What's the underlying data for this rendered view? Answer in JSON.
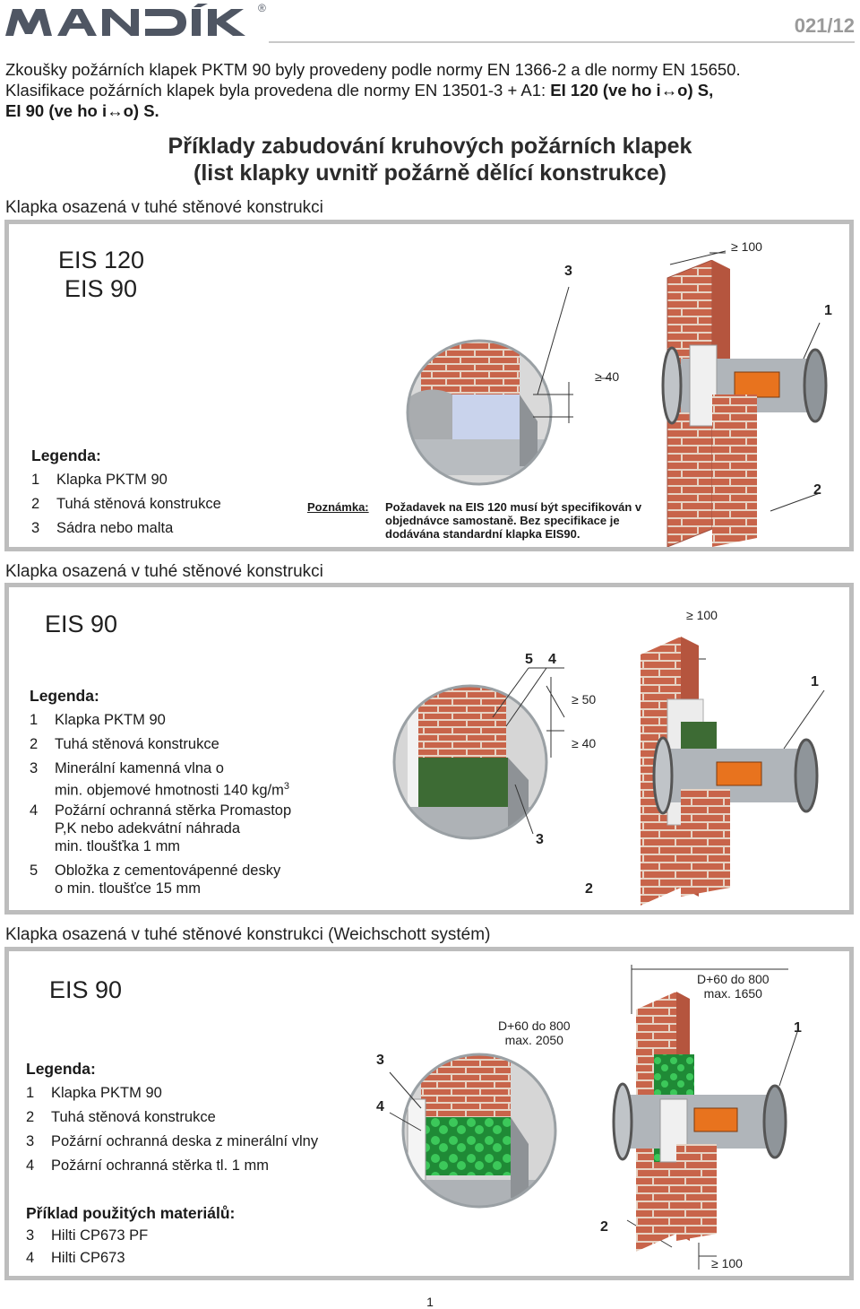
{
  "header": {
    "logo_text": "MANDÍK",
    "logo_mark": "®",
    "page_number": "021/12"
  },
  "intro": {
    "line1": "Zkoušky požárních klapek PKTM 90 byly provedeny podle normy EN 1366-2 a dle normy EN 15650.",
    "line2_plain": "Klasifikace požárních klapek byla provedena dle normy EN 13501-3 + A1: ",
    "line2_bold": "EI 120 (ve ho i↔o) S,",
    "line3_bold": "EI 90 (ve ho i↔o) S."
  },
  "main_title": {
    "line1": "Příklady zabudování kruhových požárních klapek",
    "line2": "(list klapky uvnitř požárně dělící konstrukce)"
  },
  "section1": {
    "title": "Klapka osazená v tuhé stěnové konstrukci",
    "eis1": "EIS 120",
    "eis2": "EIS 90",
    "legend_title": "Legenda:",
    "legend": [
      {
        "num": "1",
        "text": "Klapka PKTM 90"
      },
      {
        "num": "2",
        "text": "Tuhá stěnová konstrukce"
      },
      {
        "num": "3",
        "text": "Sádra nebo malta"
      }
    ],
    "note_label": "Poznámka:",
    "note_lines": [
      "Požadavek na EIS 120 musí být specifikován v",
      "objednávce samostaně. Bez specifikace je",
      "dodávána standardní klapka EIS90."
    ],
    "dim_100": "≥ 100",
    "dim_40": "≥ 40",
    "callout_1": "1",
    "callout_2": "2",
    "callout_3": "3"
  },
  "section2": {
    "title": "Klapka osazená v tuhé stěnové konstrukci",
    "eis": "EIS 90",
    "legend_title": "Legenda:",
    "legend": [
      {
        "num": "1",
        "lines": [
          "Klapka PKTM 90"
        ]
      },
      {
        "num": "2",
        "lines": [
          "Tuhá stěnová konstrukce"
        ]
      },
      {
        "num": "3",
        "lines": [
          "Minerální kamenná vlna o",
          "min. objemové hmotnosti 140 kg/m"
        ],
        "sup": "3"
      },
      {
        "num": "4",
        "lines": [
          "Požární ochranná stěrka Promastop",
          "P,K nebo adekvátní náhrada",
          "min. tloušťka 1 mm"
        ]
      },
      {
        "num": "5",
        "lines": [
          "Obložka z cementovápenné desky",
          "o min. tloušťce 15 mm"
        ]
      }
    ],
    "dim_100": "≥ 100",
    "dim_50": "≥ 50",
    "dim_40": "≥ 40",
    "callout_1": "1",
    "callout_2": "2",
    "callout_3": "3",
    "callout_4": "4",
    "callout_5": "5"
  },
  "section3": {
    "title": "Klapka osazená v tuhé stěnové konstrukci (Weichschott systém)",
    "eis": "EIS 90",
    "legend_title": "Legenda:",
    "legend": [
      {
        "num": "1",
        "text": "Klapka PKTM 90"
      },
      {
        "num": "2",
        "text": "Tuhá stěnová konstrukce"
      },
      {
        "num": "3",
        "text": "Požární ochranná deska z minerální vlny"
      },
      {
        "num": "4",
        "text": "Požární ochranná stěrka tl. 1 mm"
      }
    ],
    "materials_title": "Příklad použitých materiálů:",
    "materials": [
      {
        "num": "3",
        "text": "Hilti CP673 PF"
      },
      {
        "num": "4",
        "text": "Hilti CP673"
      }
    ],
    "dim_right_1": "D+60 do 800",
    "dim_right_2": "max. 1650",
    "dim_mid_1": "D+60 do 800",
    "dim_mid_2": "max. 2050",
    "dim_100": "≥ 100",
    "callout_1": "1",
    "callout_2": "2",
    "callout_3": "3",
    "callout_4": "4"
  },
  "footer": {
    "page": "1"
  },
  "colors": {
    "brick": "#c8644a",
    "mortar": "#e6d3c4",
    "duct": "#a8aeb3",
    "actuator": "#e8731e",
    "mineral_wool": "#3d6b34",
    "weichschott": "#2fb54a",
    "panel_border": "#bdbdbd"
  }
}
